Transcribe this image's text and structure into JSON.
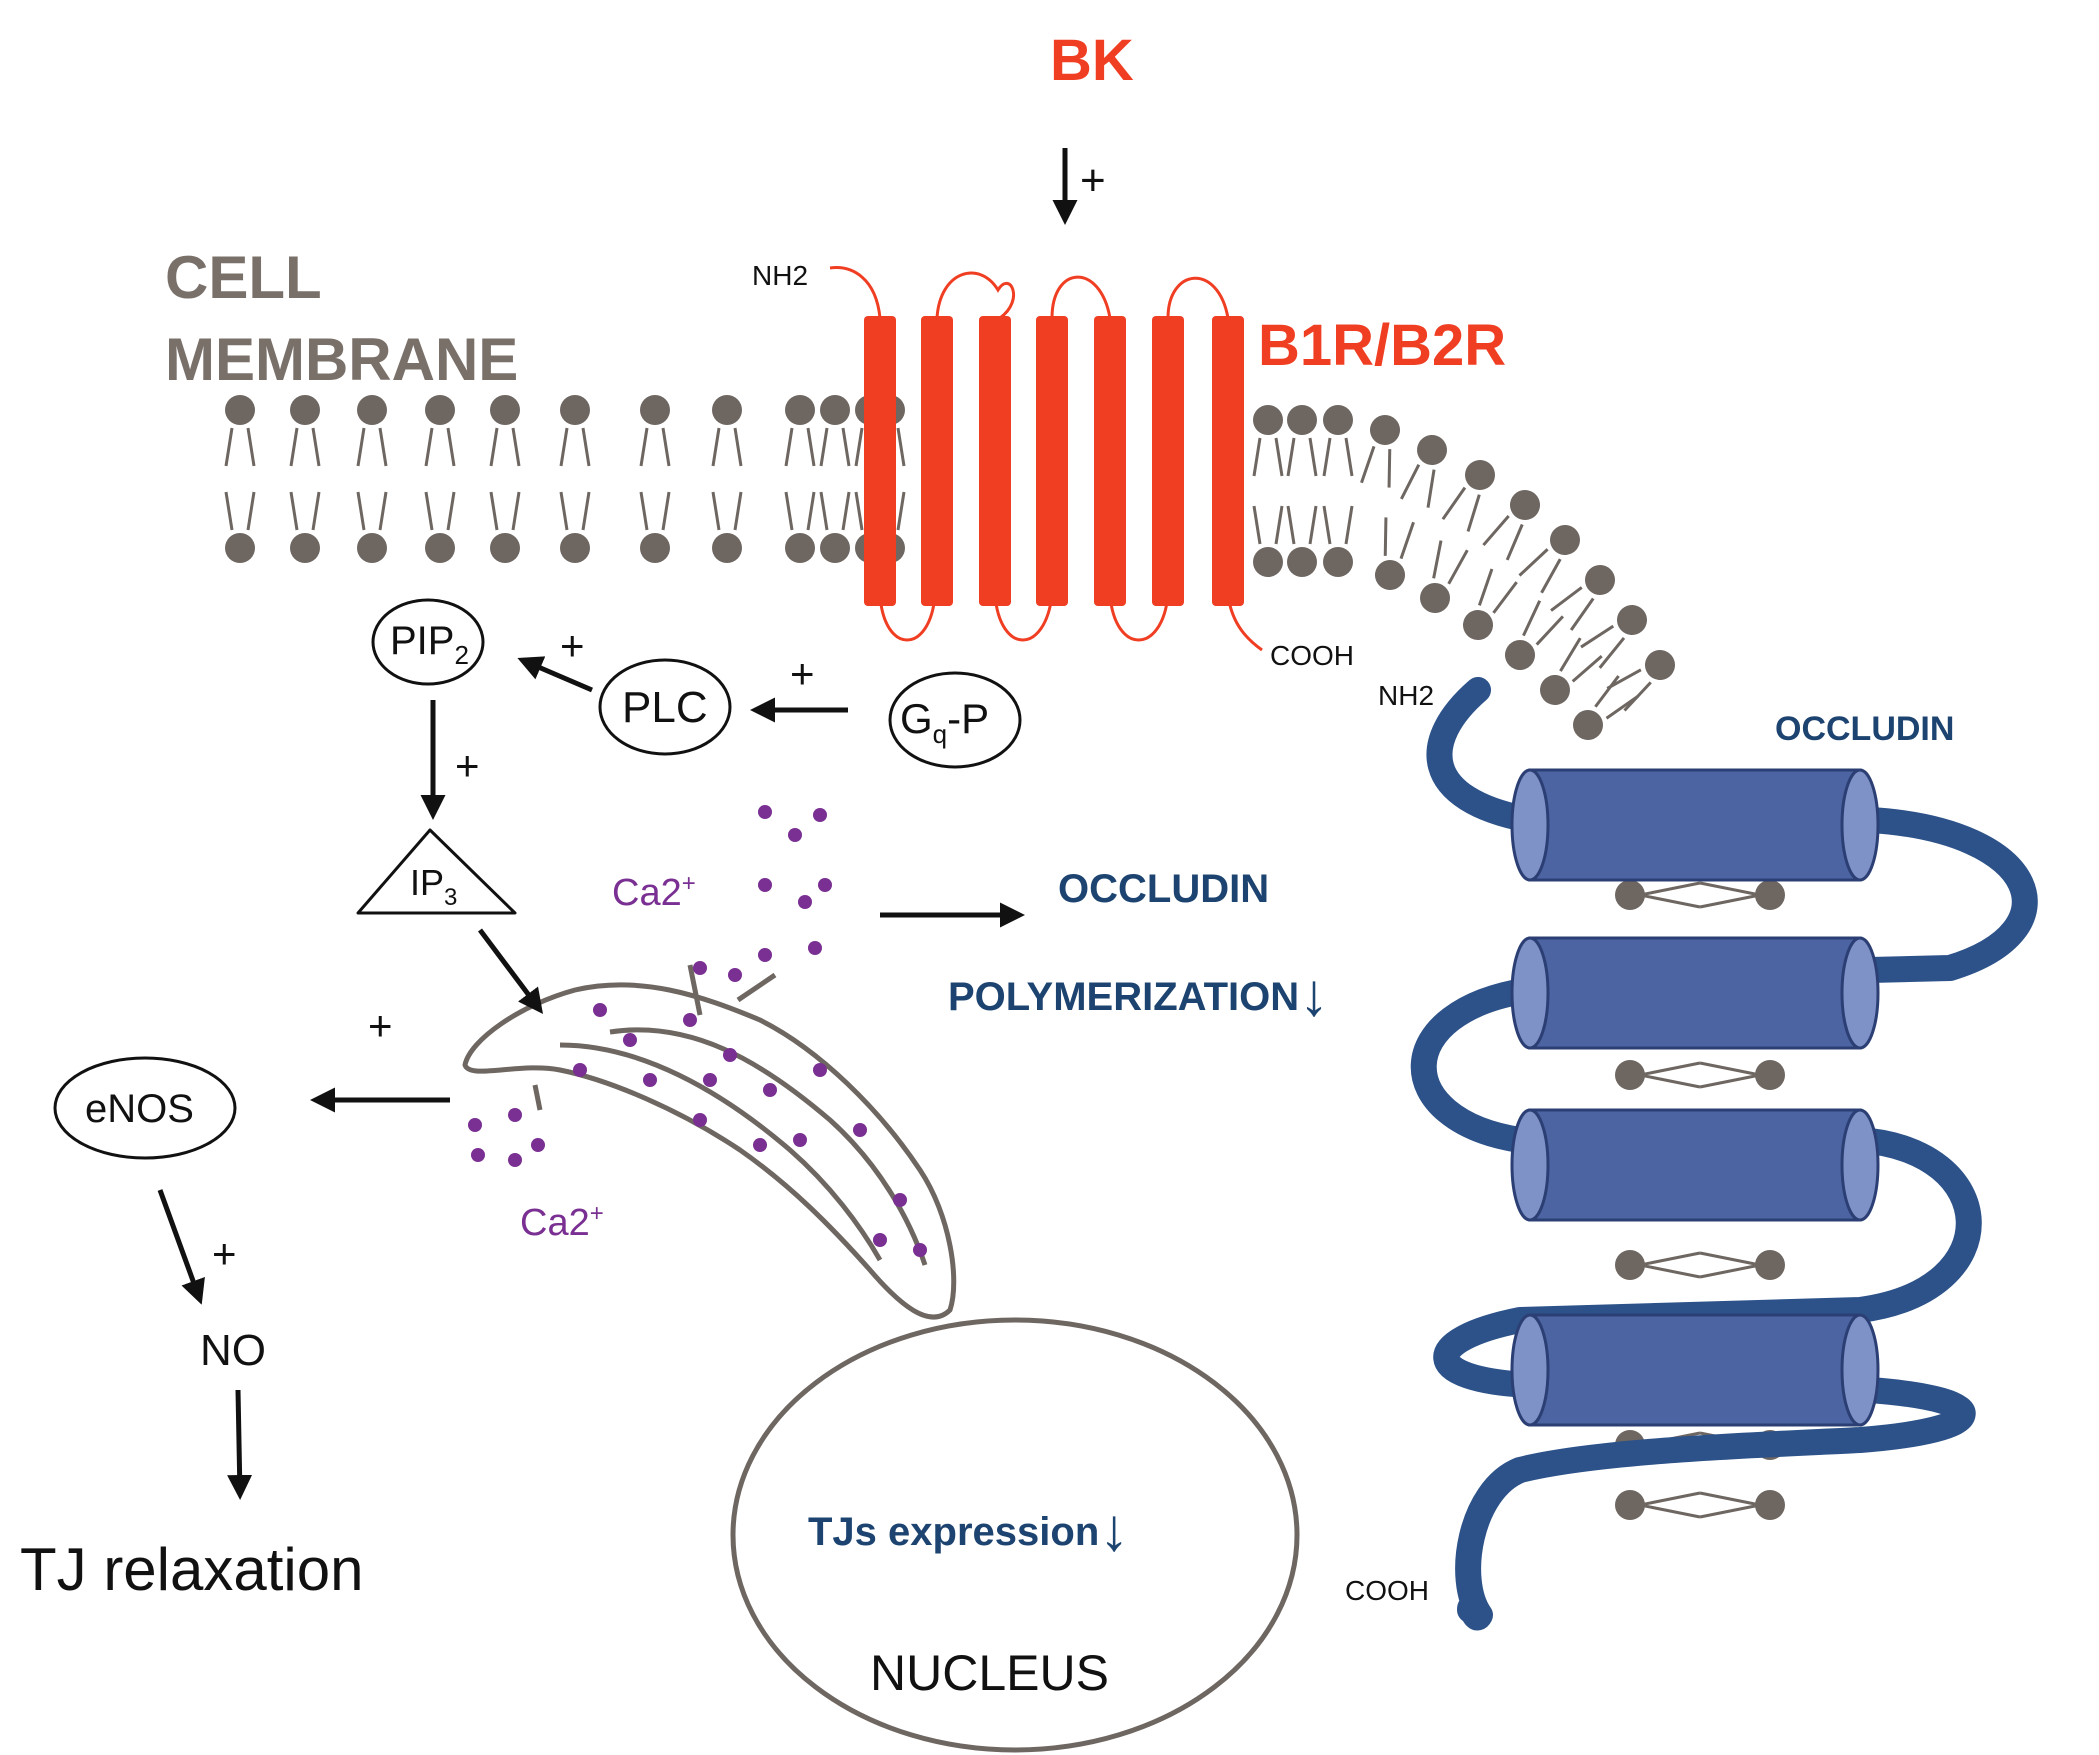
{
  "labels": {
    "bk": "BK",
    "bk_plus": "+",
    "receptor": "B1R/B2R",
    "receptor_nh2": "NH2",
    "receptor_cooh": "COOH",
    "membrane_line1": "CELL",
    "membrane_line2": "MEMBRANE",
    "pip2": "PIP",
    "pip2_sub": "2",
    "plc": "PLC",
    "gqp": "G",
    "gqp_sub": "q",
    "gqp_suffix": "-P",
    "ip3": "IP",
    "ip3_sub": "3",
    "plus_pip2_plc": "+",
    "plus_plc_gq": "+",
    "plus_pip2_ip3": "+",
    "plus_er_enos": "+",
    "plus_enos_no": "+",
    "ca_top": "Ca2",
    "ca_top_sup": "+",
    "ca_bottom": "Ca2",
    "ca_bottom_sup": "+",
    "enos": "eNOS",
    "no": "NO",
    "tj_relaxation": "TJ relaxation",
    "occludin_center": "OCCLUDIN",
    "polymerization": "POLYMERIZATION",
    "polymerization_arrow": "↓",
    "occludin_right": "OCCLUDIN",
    "occludin_nh2": "NH2",
    "occludin_cooh": "COOH",
    "tjs_expression": "TJs expression",
    "tjs_arrow": "↓",
    "nucleus": "NUCLEUS"
  },
  "colors": {
    "receptor": "#f03e23",
    "membrane_text": "#7a706a",
    "lipid": "#6e6661",
    "occludin_tube": "#2c5289",
    "occludin_barrel": "#4d64a3",
    "occludin_barrel_end": "#7f92c8",
    "occludin_text": "#1d4470",
    "calcium": "#7a2f92",
    "black": "#111111",
    "er_outline": "#6e6661"
  }
}
